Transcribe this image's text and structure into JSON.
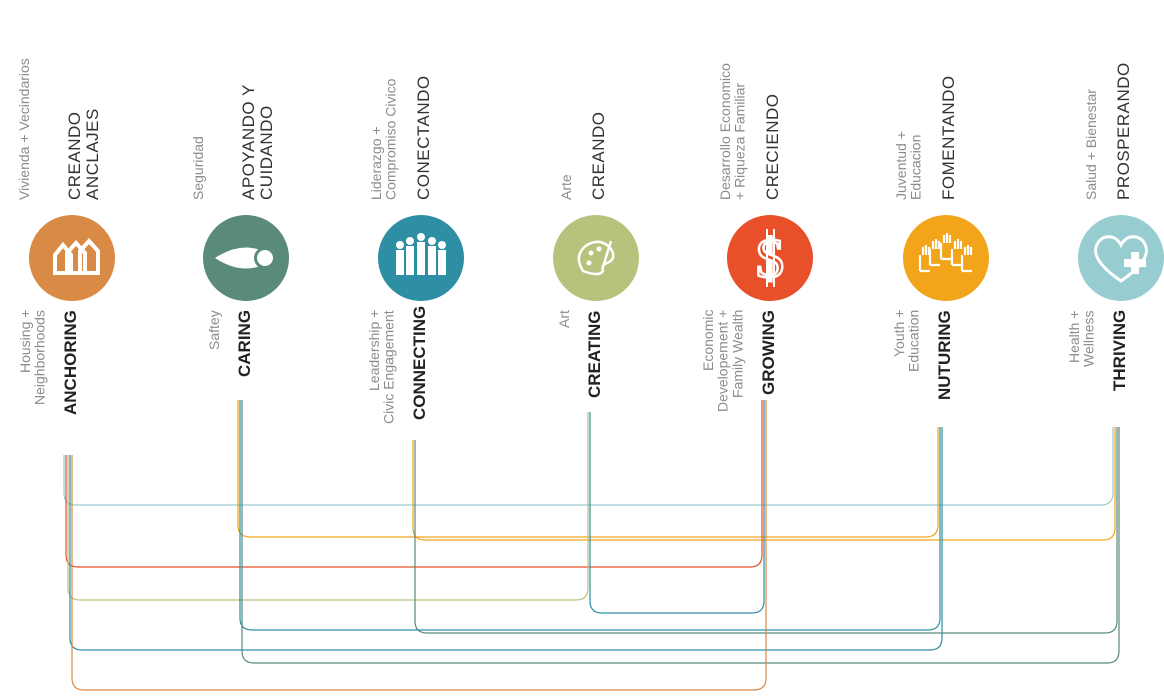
{
  "themes": [
    {
      "id": "anchoring",
      "color": "#d98a45",
      "icon": "houses-icon",
      "es_title": "CREANDO\nANCLAJES",
      "es_sub": "Vivienda + Vecindarios",
      "en_title": "ANCHORING",
      "en_sub": "Housing +\nNeighborhoods"
    },
    {
      "id": "caring",
      "color": "#5a8a7c",
      "icon": "eye-icon",
      "es_title": "APOYANDO Y\nCUIDANDO",
      "es_sub": "Seguridad",
      "en_title": "CARING",
      "en_sub": "Saftey"
    },
    {
      "id": "connecting",
      "color": "#2e8ea3",
      "icon": "people-group-icon",
      "es_title": "CONECTANDO",
      "es_sub": "Liderazgo +\nCompromiso Civico",
      "en_title": "CONNECTING",
      "en_sub": "Leadership +\nCivic Engagement"
    },
    {
      "id": "creating",
      "color": "#b7c27c",
      "icon": "palette-icon",
      "es_title": "CREANDO",
      "es_sub": "Arte",
      "en_title": "CREATING",
      "en_sub": "Art"
    },
    {
      "id": "growing",
      "color": "#e8502a",
      "icon": "dollar-icon",
      "es_title": "CRECIENDO",
      "es_sub": "Desarrollo Economico\n+ Riqueza Familiar",
      "en_title": "GROWING",
      "en_sub": "Economic\nDevelopement +\nFamily Wealth"
    },
    {
      "id": "nuturing",
      "color": "#f2a51a",
      "icon": "raised-hands-icon",
      "es_title": "FOMENTANDO",
      "es_sub": "Juventud +\nEducacion",
      "en_title": "NUTURING",
      "en_sub": "Youth +\nEducation"
    },
    {
      "id": "thriving",
      "color": "#97cdd0",
      "icon": "heart-plus-icon",
      "es_title": "PROSPERANDO",
      "es_sub": "Salud + Bienestar",
      "en_title": "THRIVING",
      "en_sub": "Health +\nWellness"
    }
  ],
  "connections": [
    {
      "from": "anchoring",
      "to": "thriving",
      "color": "#97cdd0"
    },
    {
      "from": "caring",
      "to": "nuturing",
      "color": "#f2a51a"
    },
    {
      "from": "connecting",
      "to": "thriving",
      "color": "#f2a51a"
    },
    {
      "from": "anchoring",
      "to": "growing",
      "color": "#e8502a"
    },
    {
      "from": "anchoring",
      "to": "creating",
      "color": "#b7c27c"
    },
    {
      "from": "creating",
      "to": "growing",
      "color": "#2e8ea3"
    },
    {
      "from": "caring",
      "to": "nuturing",
      "color": "#2e8ea3"
    },
    {
      "from": "connecting",
      "to": "thriving",
      "color": "#5a8a7c"
    },
    {
      "from": "anchoring",
      "to": "nuturing",
      "color": "#2e8ea3"
    },
    {
      "from": "caring",
      "to": "thriving",
      "color": "#5a8a7c"
    },
    {
      "from": "anchoring",
      "to": "growing",
      "color": "#d98a45"
    }
  ]
}
